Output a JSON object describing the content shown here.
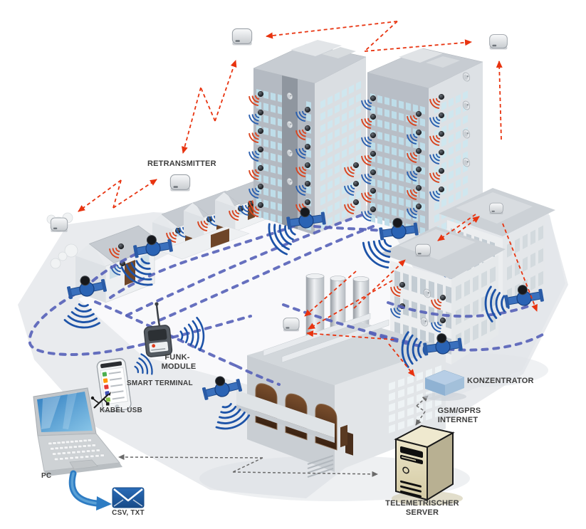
{
  "labels": {
    "retransmitter": "RETRANSMITTER",
    "funk_module_1": "FUNK-",
    "funk_module_2": "MODULE",
    "smart_terminal": "SMART TERMINAL",
    "kabel_usb": "KABEL USB",
    "pc": "PC",
    "csv_txt": "CSV, TXT",
    "konzentrator": "KONZENTRATOR",
    "gsm_1": "GSM/GPRS",
    "gsm_2": "INTERNET",
    "server_1": "TELEMETRISCHER",
    "server_2": "SERVER"
  },
  "colors": {
    "red_signal": "#e8330f",
    "red_arc": "#d8441f",
    "blue_arc": "#2a5fae",
    "blue_route": "#5560b8",
    "blue_meter_arc": "#1d53a8",
    "gray_link": "#6a6a6a",
    "label_text": "#3d3d3d",
    "concentrator": "#a9c5e0",
    "server_beige": "#e0d9ba",
    "envelope_blue": "#1f63b0",
    "laptop_screen": "#2f7dc0"
  },
  "icons": {
    "retransmitter-box": "white rounded radio box (7 on roofs)",
    "water-meter": "blue flanged pipe meter with black register",
    "apartment-meter": "black radio meter with signal fan",
    "wifi-arcs": "concentric signal arcs",
    "satellite-dish": "gray dish antenna",
    "funk-module": "dark radio module with antenna",
    "smartphone": "smart terminal handset",
    "usb-cable": "usb trident cable",
    "laptop": "silver notebook PC",
    "export-arrow": "curved blue arrow",
    "envelope": "blue mail envelope",
    "concentrator": "flat blue box",
    "server": "beige tower server",
    "red-dashed-arrow": "radio hop link",
    "blue-dashed-line": "walk-by route",
    "gray-dashed-arrow": "data transfer link"
  }
}
